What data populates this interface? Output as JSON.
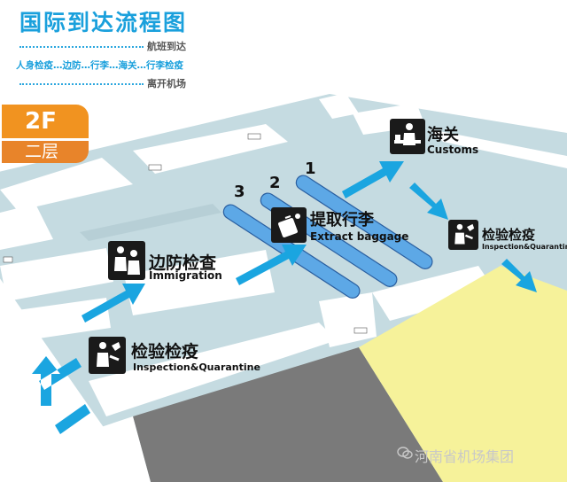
{
  "header": {
    "title": "国际到达流程图",
    "steps": [
      "航班到达",
      "人身检疫…边防…行李…海关…行李检疫",
      "离开机场"
    ]
  },
  "floor": {
    "level": "2F",
    "label": "二层"
  },
  "signs": {
    "inspection_left": {
      "zh": "检验检疫",
      "en": "Inspection&Quarantine",
      "icon": "quarantine-officer-icon"
    },
    "immigration": {
      "zh": "边防检查",
      "en": "Immigration",
      "icon": "immigration-officer-icon"
    },
    "baggage": {
      "zh": "提取行李",
      "en": "Extract baggage",
      "icon": "baggage-icon"
    },
    "customs": {
      "zh": "海关",
      "en": "Customs",
      "icon": "customs-officer-icon"
    },
    "inspection_right": {
      "zh": "检验检疫",
      "en": "Inspection&Quarantine",
      "icon": "quarantine-officer-icon"
    }
  },
  "belts": [
    "3",
    "2",
    "1"
  ],
  "watermark": "河南省机场集团",
  "colors": {
    "accent": "#1aa0dc",
    "floor_badge": "#f19320",
    "floor_plan": "#c5dbe1",
    "rooms": "#ffffff",
    "dark_zone": "#7a7a7a",
    "exit_zone": "#f6f29a",
    "arrow": "#1aa5e0",
    "belt": "#5da8e6"
  }
}
